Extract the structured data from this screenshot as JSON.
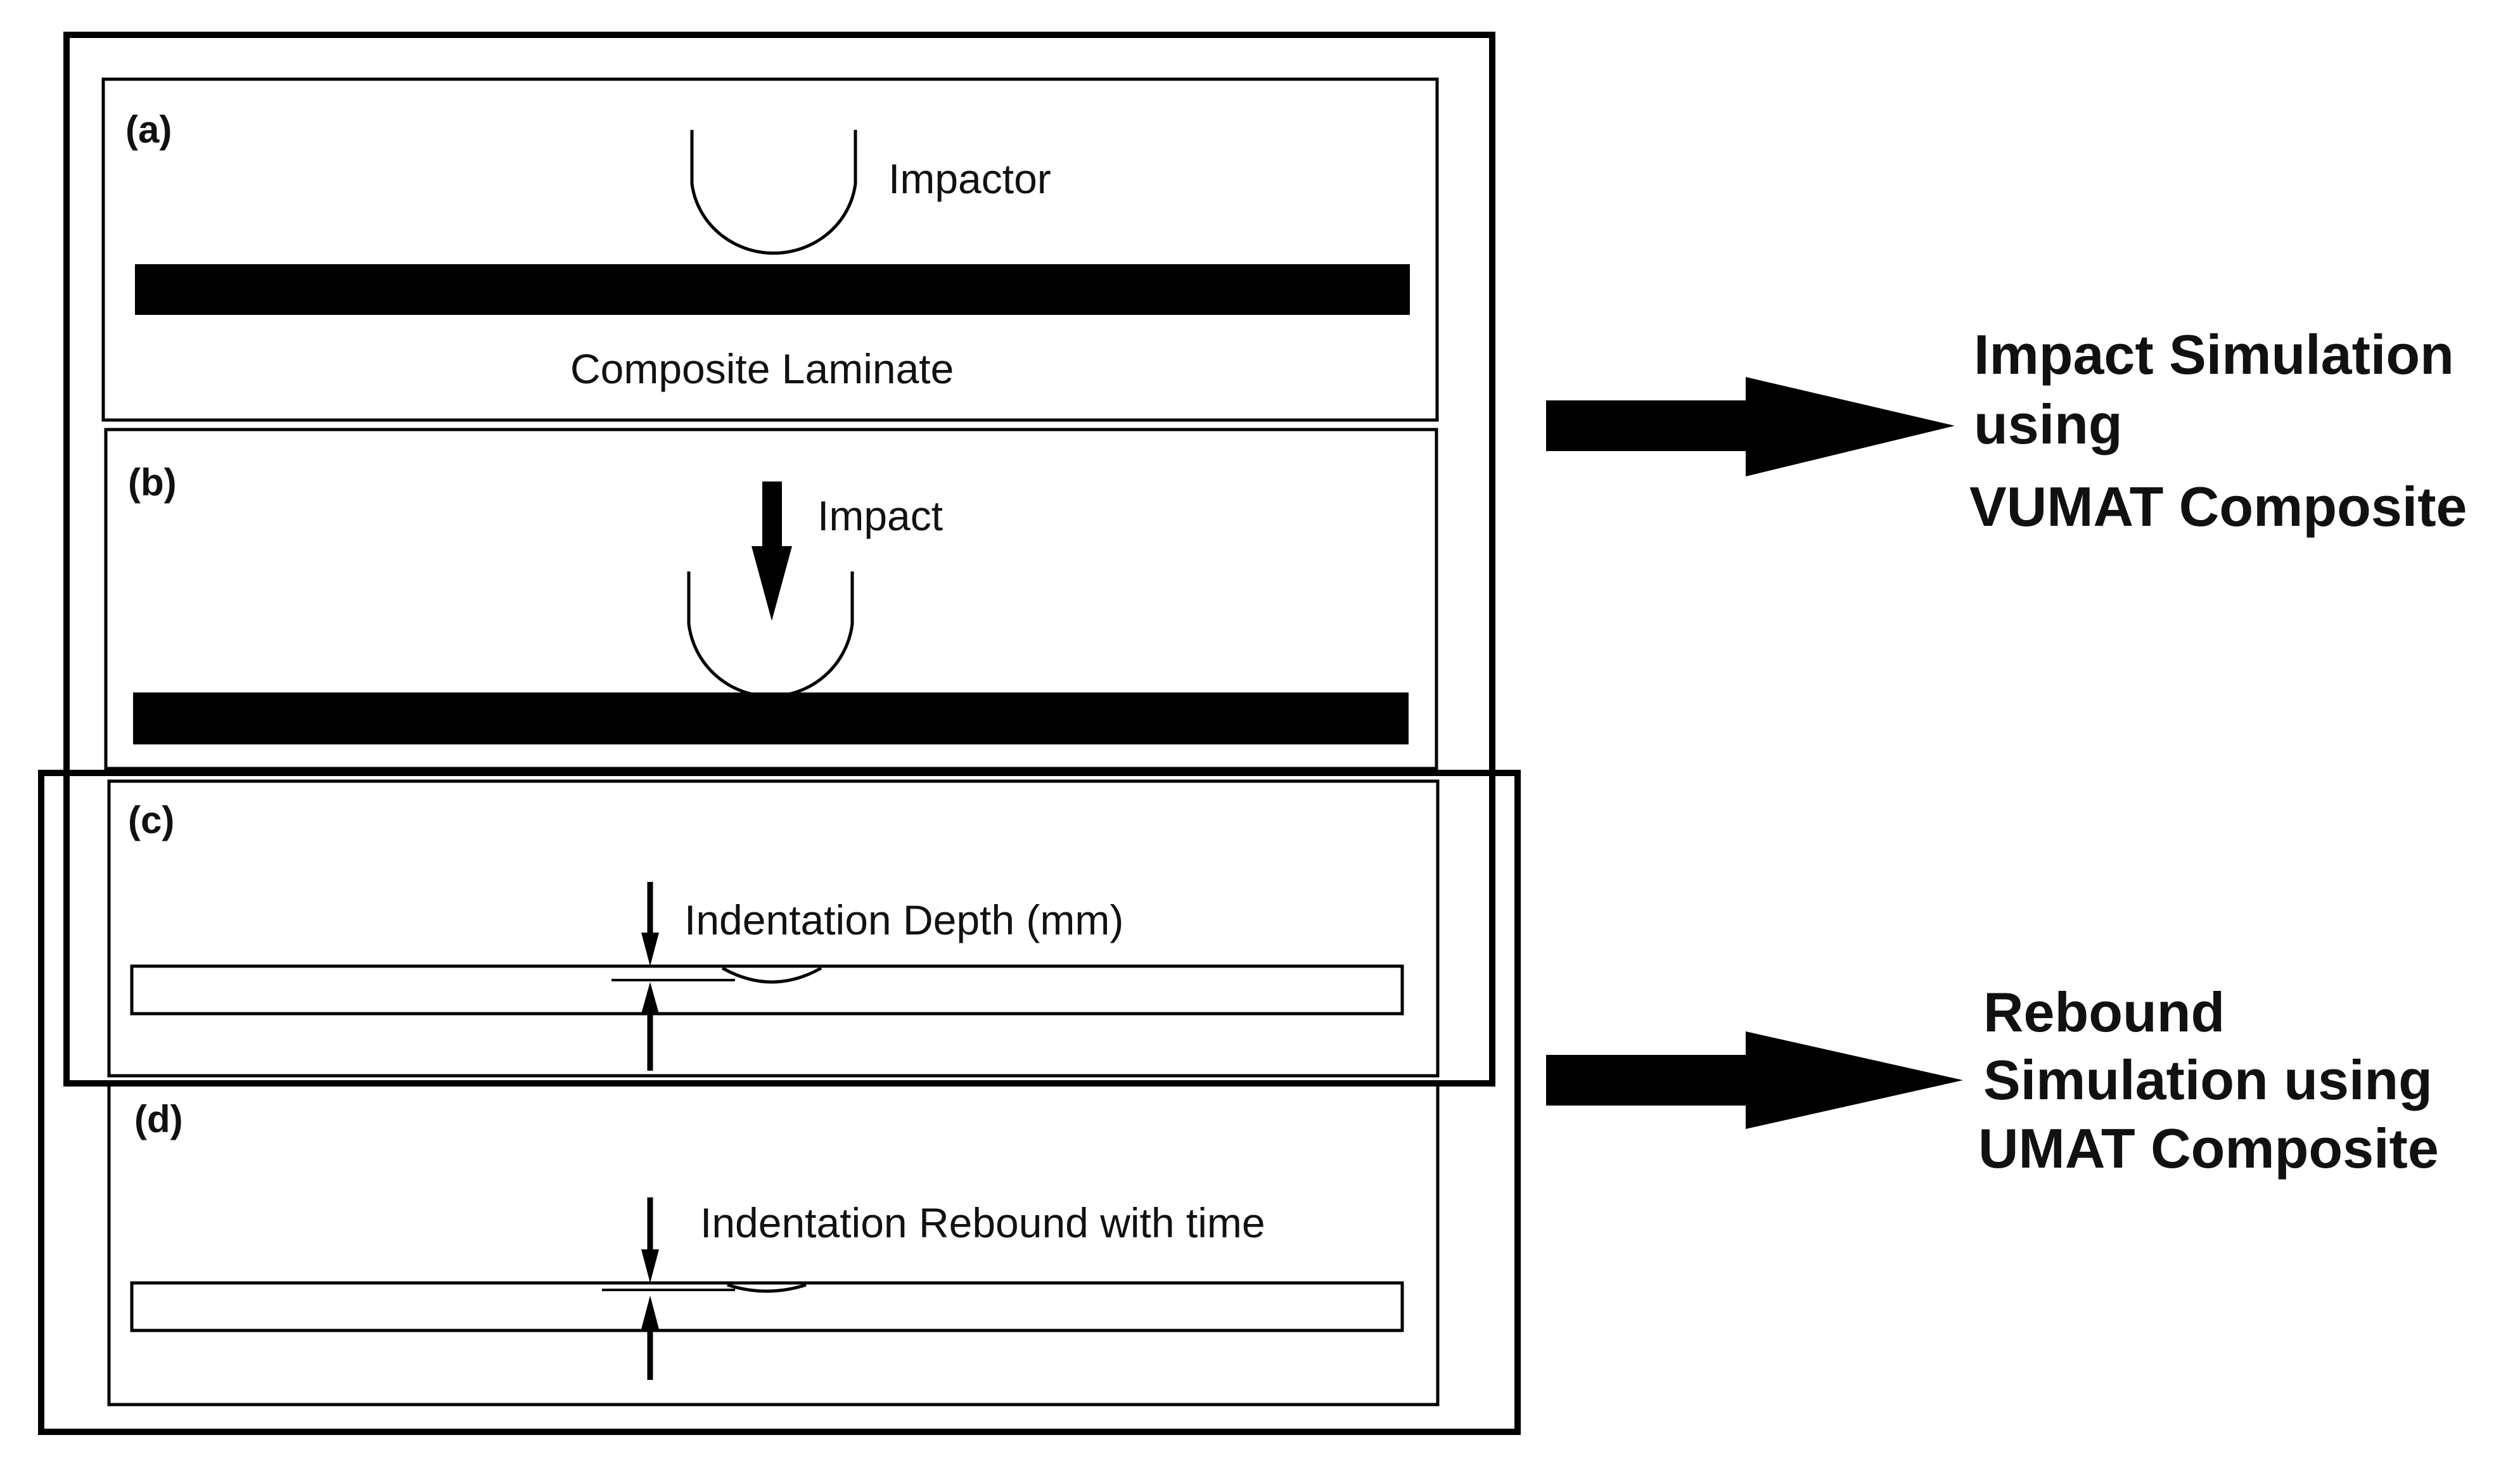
{
  "panels": {
    "a": {
      "label": "(a)",
      "impactor_label": "Impactor",
      "laminate_label": "Composite Laminate"
    },
    "b": {
      "label": "(b)",
      "impact_label": "Impact"
    },
    "c": {
      "label": "(c)",
      "depth_label": "Indentation Depth (mm)"
    },
    "d": {
      "label": "(d)",
      "rebound_label": "Indentation Rebound with time"
    }
  },
  "impact_group": {
    "line1": "Impact Simulation",
    "line2": "using",
    "line3": "VUMAT Composite"
  },
  "rebound_group": {
    "line1": "Rebound",
    "line2": "Simulation using",
    "line3": "UMAT Composite"
  },
  "colors": {
    "ink": "#000000",
    "background": "#ffffff"
  }
}
